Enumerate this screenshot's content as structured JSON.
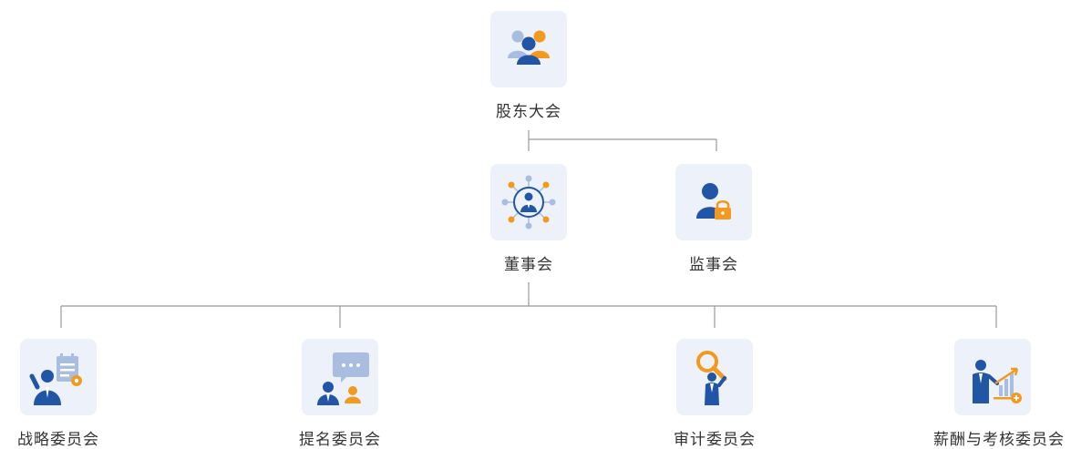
{
  "colors": {
    "icon_bg": "#edf1f9",
    "primary_blue": "#2155a6",
    "light_blue": "#a9bde0",
    "accent_orange": "#f29a1f",
    "connector": "#999999",
    "text": "#333333"
  },
  "nodes": {
    "shareholders": {
      "label": "股东大会",
      "icon": "users-group-icon"
    },
    "board": {
      "label": "董事会",
      "icon": "network-person-icon"
    },
    "supervisors": {
      "label": "监事会",
      "icon": "user-lock-icon"
    },
    "strategy": {
      "label": "战略委员会",
      "icon": "person-calendar-gear-icon"
    },
    "nomination": {
      "label": "提名委员会",
      "icon": "person-chat-icon"
    },
    "audit": {
      "label": "审计委员会",
      "icon": "person-magnifier-icon"
    },
    "compensation": {
      "label": "薪酬与考核委员会",
      "icon": "person-growth-chart-icon"
    }
  }
}
